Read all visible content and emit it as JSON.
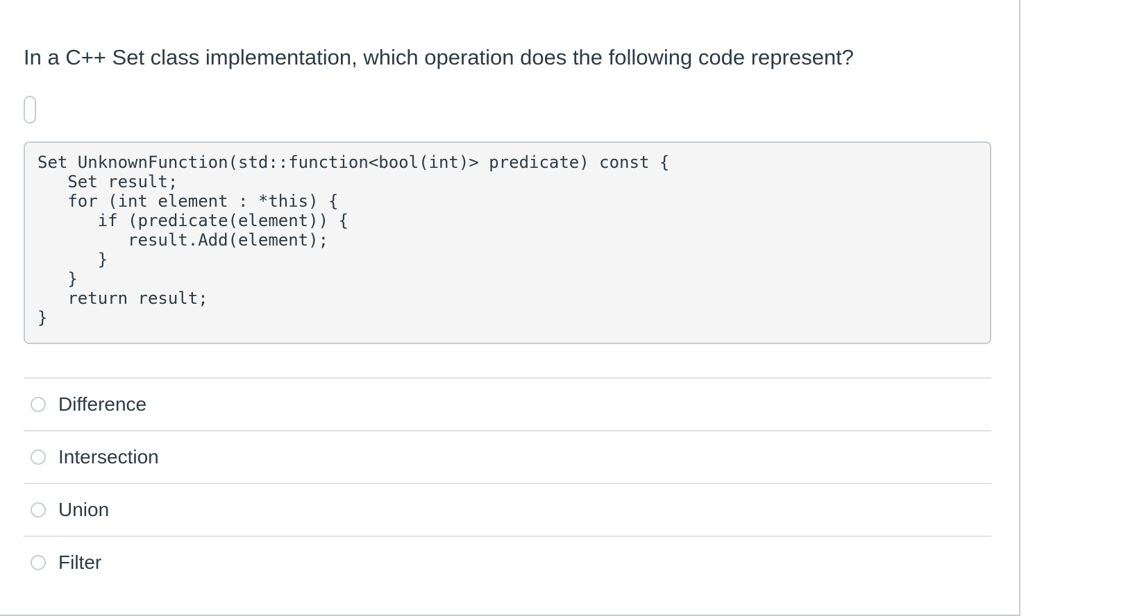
{
  "question": {
    "text": "In a C++ Set class implementation, which operation does the following code represent?"
  },
  "code": {
    "lines": [
      "Set UnknownFunction(std::function<bool(int)> predicate) const {",
      "   Set result;",
      "   for (int element : *this) {",
      "      if (predicate(element)) {",
      "         result.Add(element);",
      "      }",
      "   }",
      "   return result;",
      "}"
    ]
  },
  "answers": [
    {
      "label": "Difference"
    },
    {
      "label": "Intersection"
    },
    {
      "label": "Union"
    },
    {
      "label": "Filter"
    }
  ]
}
